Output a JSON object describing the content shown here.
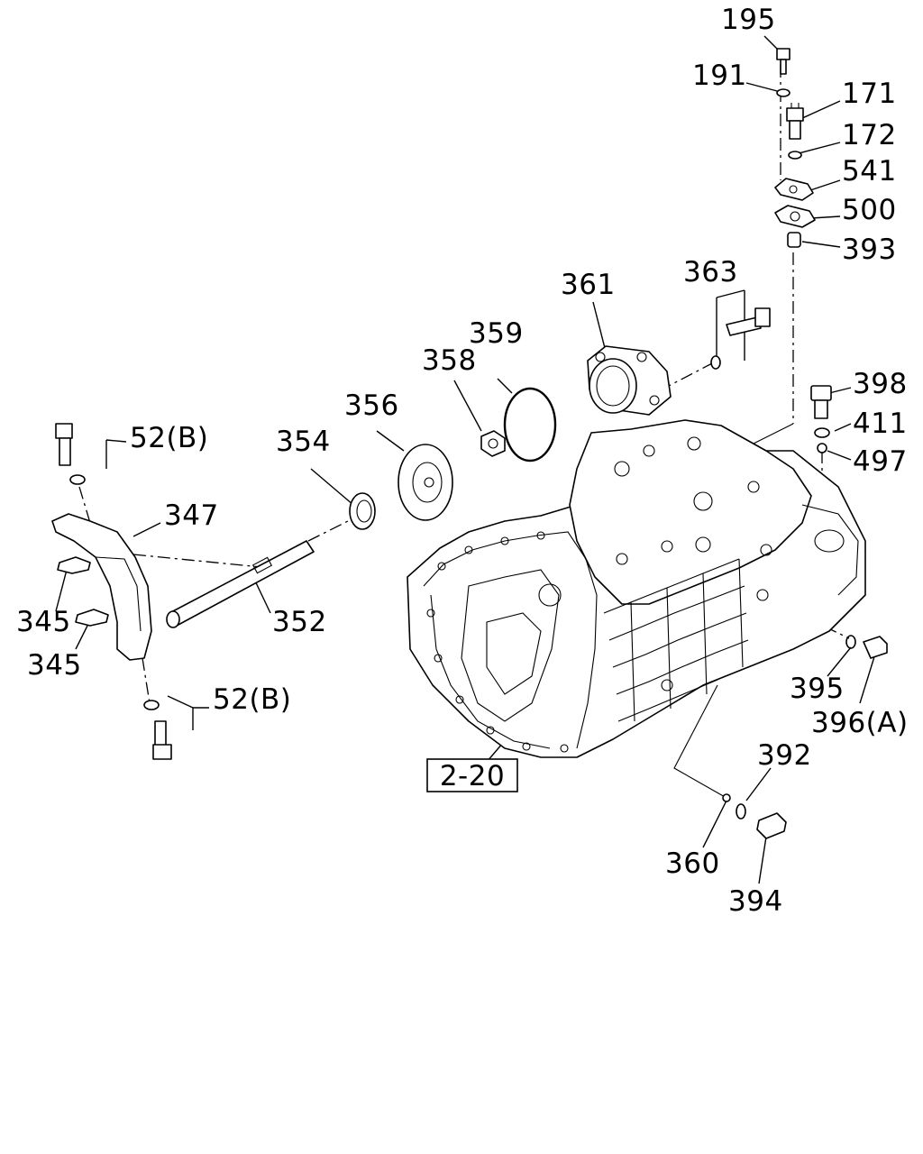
{
  "callouts": {
    "c195": "195",
    "c191": "191",
    "c171": "171",
    "c172": "172",
    "c541": "541",
    "c500": "500",
    "c393": "393",
    "c363": "363",
    "c361": "361",
    "c359": "359",
    "c358": "358",
    "c356": "356",
    "c354": "354",
    "c52b_top": "52(B)",
    "c347": "347",
    "c345_a": "345",
    "c345_b": "345",
    "c352": "352",
    "c52b_bottom": "52(B)",
    "c398": "398",
    "c411": "411",
    "c497": "497",
    "c395": "395",
    "c396a": "396(A)",
    "c392": "392",
    "c360": "360",
    "c394": "394"
  },
  "reference_box": "2-20"
}
